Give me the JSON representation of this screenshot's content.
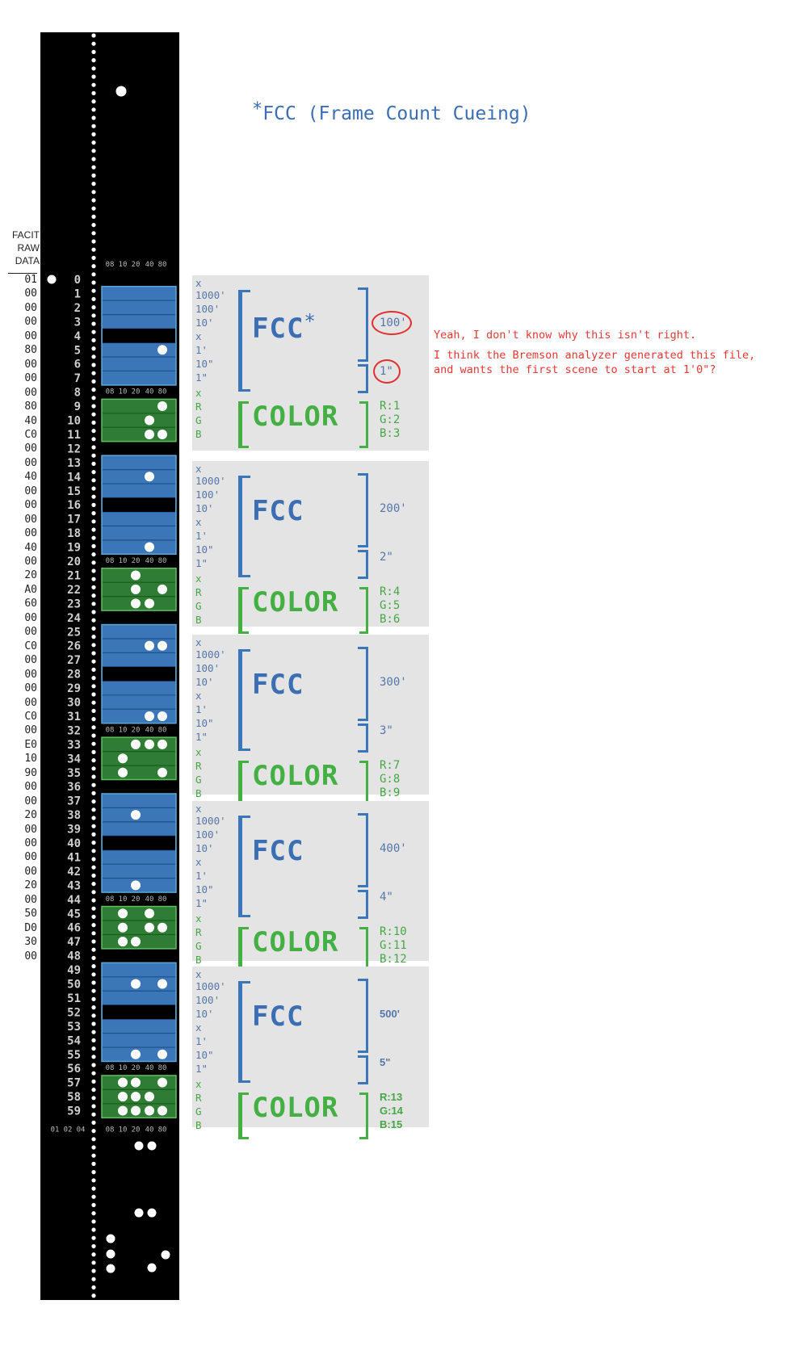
{
  "title": {
    "star": "*",
    "text": "FCC (Frame Count Cueing)"
  },
  "notes": [
    "Yeah, I don't know why this isn't right.",
    "I think the Bremson analyzer generated this file,",
    "and wants the first scene to start at 1'0\"?"
  ],
  "facit_header": [
    "FACIT",
    "RAW",
    "DATA"
  ],
  "raw_data": [
    "01",
    "00",
    "00",
    "00",
    "00",
    "80",
    "00",
    "00",
    "00",
    "80",
    "40",
    "C0",
    "00",
    "00",
    "40",
    "00",
    "00",
    "00",
    "00",
    "40",
    "00",
    "20",
    "A0",
    "60",
    "00",
    "00",
    "C0",
    "00",
    "00",
    "00",
    "00",
    "C0",
    "00",
    "E0",
    "10",
    "90",
    "00",
    "00",
    "20",
    "00",
    "00",
    "00",
    "00",
    "20",
    "00",
    "50",
    "D0",
    "30",
    "00"
  ],
  "tape": {
    "column_labels": [
      "08",
      "10",
      "20",
      "40",
      "80"
    ],
    "lead_labels": [
      "01",
      "02",
      "04"
    ],
    "row_count": 60,
    "rows": [
      [],
      [],
      [],
      [],
      [],
      [
        80
      ],
      [],
      [],
      [],
      [
        80
      ],
      [
        40
      ],
      [
        40,
        80
      ],
      [],
      [],
      [
        40
      ],
      [],
      [],
      [],
      [],
      [
        40
      ],
      [],
      [
        20
      ],
      [
        20,
        80
      ],
      [
        20,
        40
      ],
      [],
      [],
      [
        40,
        80
      ],
      [],
      [],
      [],
      [],
      [
        40,
        80
      ],
      [],
      [
        20,
        40,
        80
      ],
      [
        10
      ],
      [
        10,
        80
      ],
      [],
      [],
      [
        20
      ],
      [],
      [],
      [],
      [],
      [
        20
      ],
      [],
      [
        10,
        40
      ],
      [
        10,
        40,
        80
      ],
      [
        10,
        20
      ],
      [],
      [],
      [
        20,
        80
      ],
      [],
      [],
      [],
      [],
      [
        20,
        80
      ],
      [],
      [
        10,
        20,
        80
      ],
      [
        10,
        20,
        40
      ],
      [
        10,
        20,
        40,
        80
      ]
    ],
    "lead_hole_row0": true
  },
  "panel_labels": {
    "fcc": [
      "x",
      "1000'",
      "100'",
      "10'",
      "x",
      "1'",
      "10\"",
      "1\""
    ],
    "color": [
      "x",
      "R",
      "G",
      "B"
    ]
  },
  "scenes": [
    {
      "fcc_word": "FCC",
      "fcc_star": "*",
      "color_word": "COLOR",
      "feet": "100'",
      "frames": "1\"",
      "r": "R:1",
      "g": "G:2",
      "b": "B:3"
    },
    {
      "fcc_word": "FCC",
      "fcc_star": "",
      "color_word": "COLOR",
      "feet": "200'",
      "frames": "2\"",
      "r": "R:4",
      "g": "G:5",
      "b": "B:6"
    },
    {
      "fcc_word": "FCC",
      "fcc_star": "",
      "color_word": "COLOR",
      "feet": "300'",
      "frames": "3\"",
      "r": "R:7",
      "g": "G:8",
      "b": "B:9"
    },
    {
      "fcc_word": "FCC",
      "fcc_star": "",
      "color_word": "COLOR",
      "feet": "400'",
      "frames": "4\"",
      "r": "R:10",
      "g": "G:11",
      "b": "B:12"
    },
    {
      "fcc_word": "FCC",
      "fcc_star": "",
      "color_word": "COLOR",
      "feet": "500'",
      "frames": "5\"",
      "r": "R:13",
      "g": "G:14",
      "b": "B:15"
    }
  ],
  "colors": {
    "tape": "#000000",
    "blue_block": "#3b76b9",
    "blue_border": "#59a9d4",
    "green_block": "#2f7d34",
    "green_border": "#5dbf5d",
    "fcc_text": "#3b6eb2",
    "color_text": "#44b044",
    "note_text": "#e53935",
    "panel_bg": "#e4e4e4"
  }
}
